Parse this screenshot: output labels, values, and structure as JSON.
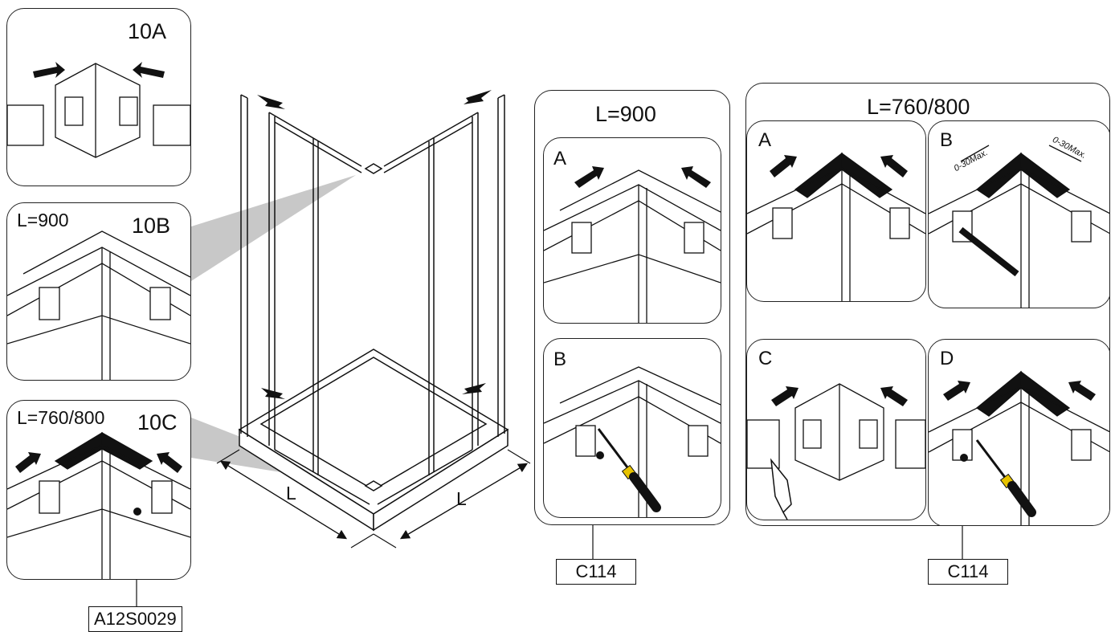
{
  "steps": {
    "s10a": {
      "label": "10A"
    },
    "s10b": {
      "label": "10B",
      "dim": "L=900"
    },
    "s10c": {
      "label": "10C",
      "dim": "L=760/800",
      "part": "A12S0029"
    }
  },
  "group_900": {
    "title": "L=900",
    "a": "A",
    "b": "B",
    "part": "C114"
  },
  "group_760": {
    "title": "L=760/800",
    "a": "A",
    "b": "B",
    "c": "C",
    "d": "D",
    "gap_left": "0-30Max.",
    "gap_right": "0-30Max.",
    "part": "C114"
  },
  "enclosure": {
    "dim_left": "L",
    "dim_right": "L"
  }
}
